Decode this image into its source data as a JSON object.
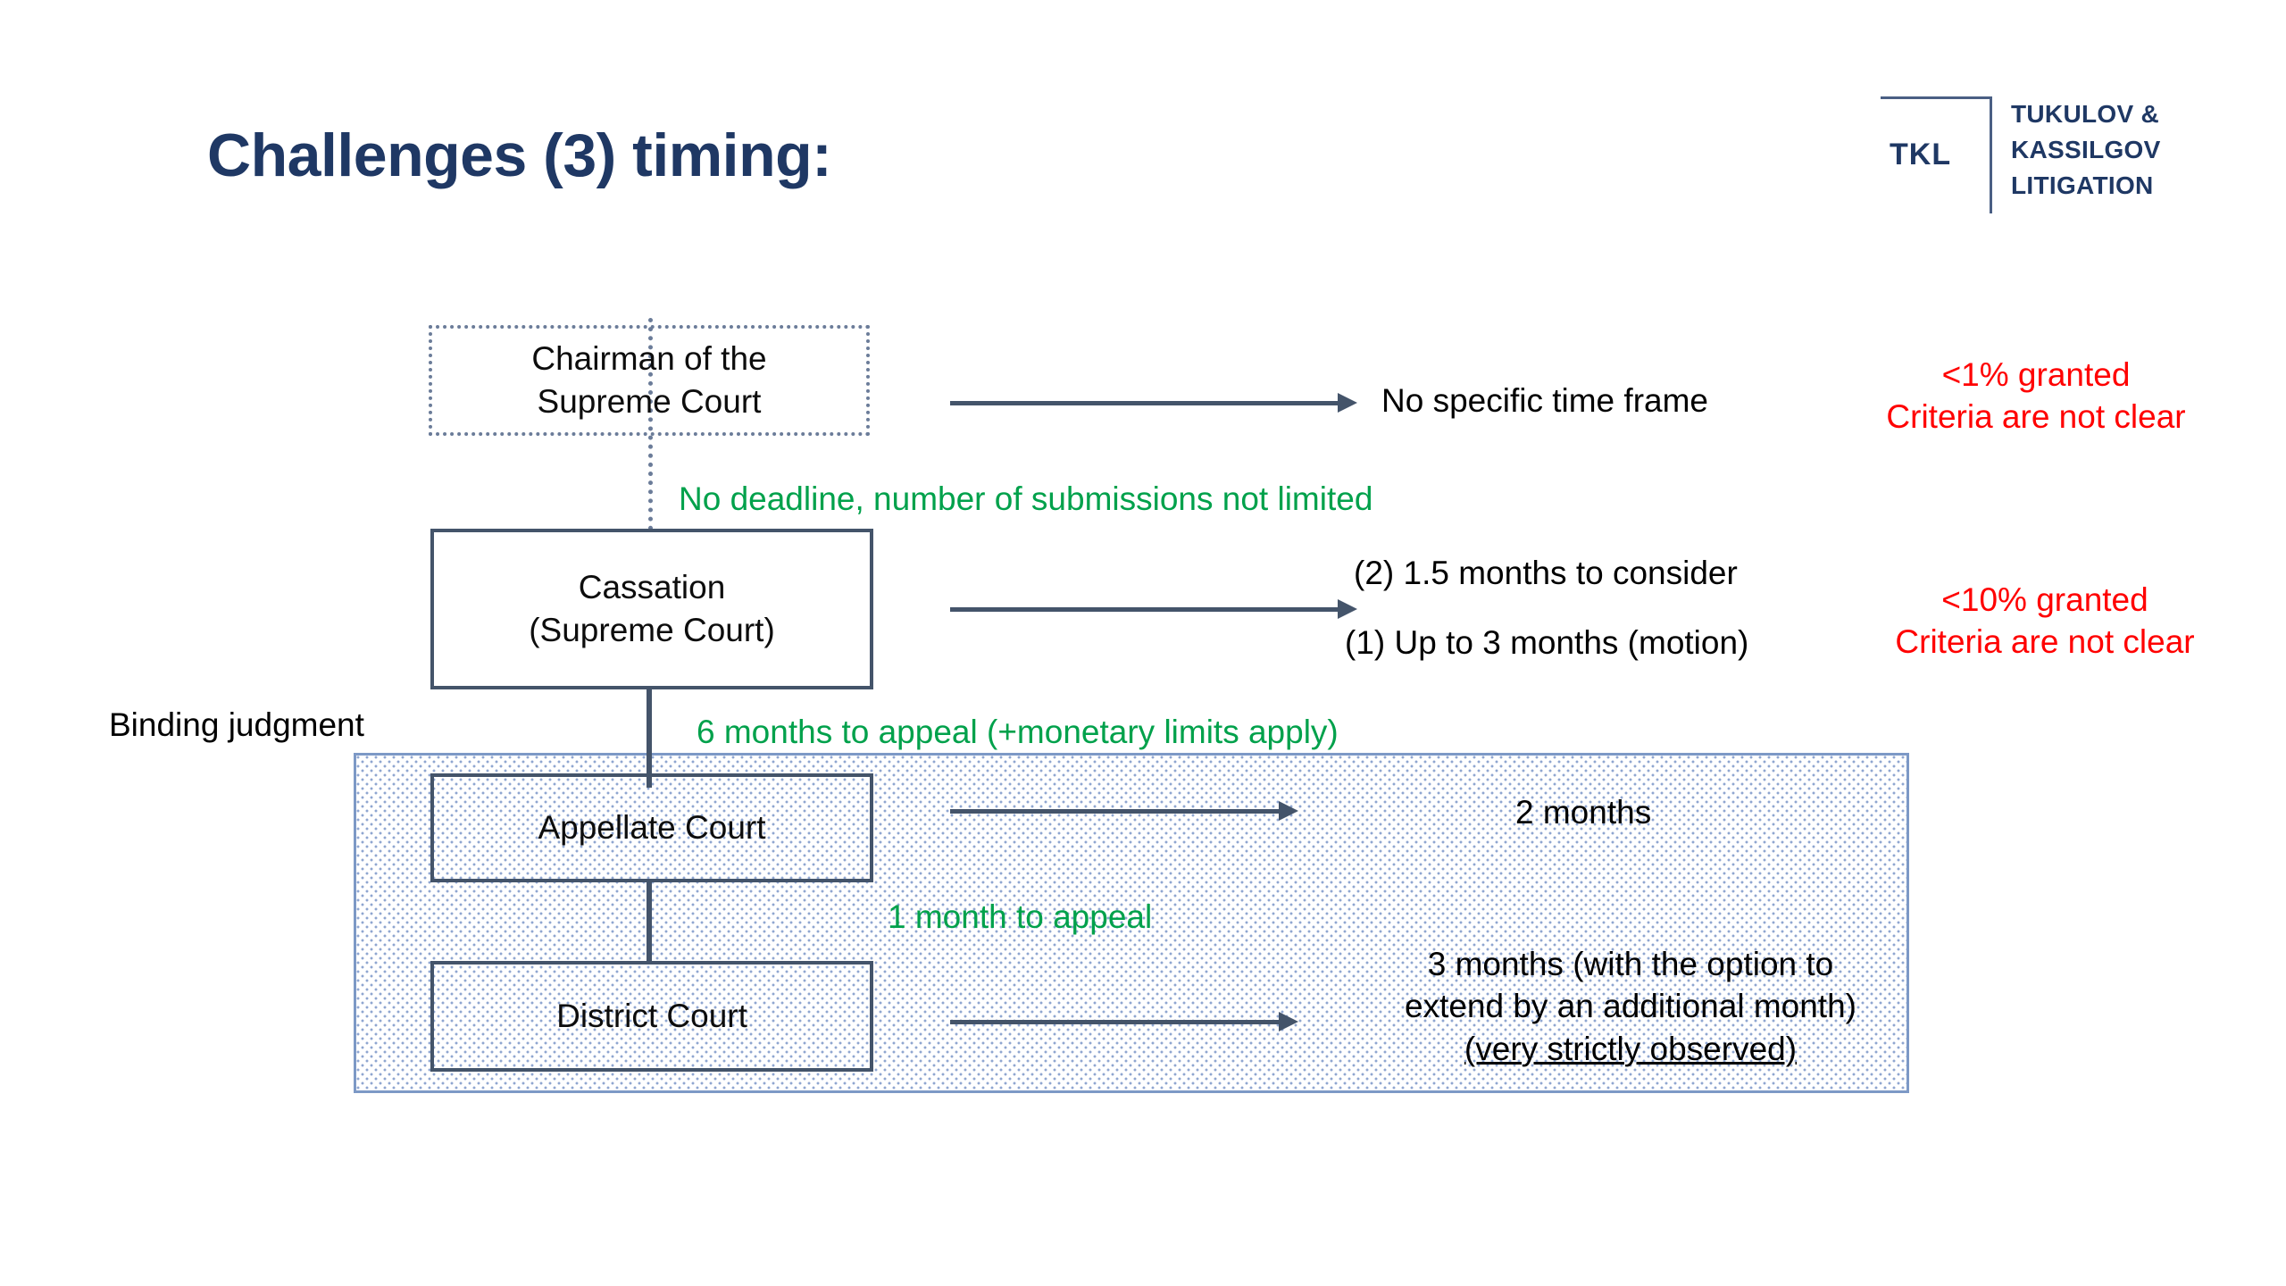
{
  "slide": {
    "title": "Challenges (3) timing:",
    "title_color": "#1f3864",
    "background": "#ffffff"
  },
  "logo": {
    "mark_text": "TKL",
    "name_line1": "TUKULOV &",
    "name_line2": "KASSILGOV",
    "name_line3": "LITIGATION",
    "color": "#1f3864"
  },
  "diagram": {
    "nodes": [
      {
        "id": "chairman",
        "line1": "Chairman of the",
        "line2": "Supreme Court",
        "border_style": "dotted",
        "border_color": "#6b7c99"
      },
      {
        "id": "cassation",
        "line1": "Cassation",
        "line2": "(Supreme Court)",
        "border_style": "solid",
        "border_color": "#44546a"
      },
      {
        "id": "appellate",
        "line1": "Appellate Court",
        "line2": "",
        "border_style": "solid",
        "border_color": "#44546a"
      },
      {
        "id": "district",
        "line1": "District Court",
        "line2": "",
        "border_style": "solid",
        "border_color": "#44546a"
      }
    ],
    "timings": {
      "chairman": "No specific time frame",
      "cassation_line1": "(2) 1.5 months to consider",
      "cassation_line2": "(1) Up to 3 months (motion)",
      "appellate": "2 months",
      "district_line1": "3 months (with the option to",
      "district_line2": "extend by an additional month)",
      "district_line3": "(very strictly observed)"
    },
    "annotations": {
      "chairman_to_cassation": "No deadline, number of submissions not limited",
      "cassation_to_appellate": "6 months to appeal (+monetary limits apply)",
      "appellate_to_district": "1 month to appeal",
      "annotation_color": "#00a14b"
    },
    "stats": {
      "chairman_line1": "<1% granted",
      "chairman_line2": "Criteria are not clear",
      "cassation_line1": "<10% granted",
      "cassation_line2": "Criteria are not clear",
      "stat_color": "#ff0000"
    },
    "labels": {
      "binding_judgment": "Binding judgment"
    },
    "panel": {
      "border_color": "#7d99c6",
      "pattern": "dotted-fill"
    }
  }
}
